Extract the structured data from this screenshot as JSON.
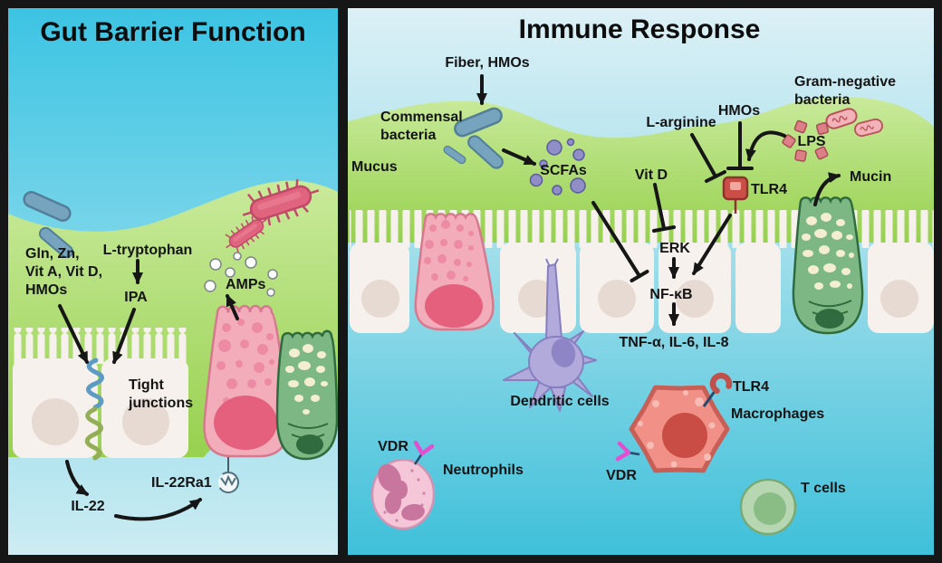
{
  "left": {
    "title": "Gut Barrier Function",
    "nutrients": [
      "Gln, Zn,",
      "Vit A, Vit D,",
      "HMOs"
    ],
    "l_tryptophan": "L-tryptophan",
    "ipa": "IPA",
    "amps": "AMPs",
    "tight_junctions": [
      "Tight",
      "junctions"
    ],
    "il22": "IL-22",
    "il22ra1": "IL-22Ra1"
  },
  "right": {
    "title": "Immune Response",
    "fiber_hmos": "Fiber, HMOs",
    "commensal": [
      "Commensal",
      "bacteria"
    ],
    "mucus": "Mucus",
    "scfas": "SCFAs",
    "vit_d": "Vit D",
    "l_arginine": "L-arginine",
    "hmos": "HMOs",
    "lps": "LPS",
    "tlr4": "TLR4",
    "gram_negative": [
      "Gram-negative",
      "bacteria"
    ],
    "mucin": "Mucin",
    "erk": "ERK",
    "nfkb": "NF-κB",
    "cytokines": "TNF-α, IL-6, IL-8",
    "dendritic": "Dendritic cells",
    "vdr": "VDR",
    "neutrophils": "Neutrophils",
    "macrophages": "Macrophages",
    "t_cells": "T cells"
  },
  "colors": {
    "frame": "#161616",
    "left_bg_top": "#3cc4e3",
    "left_bg_bottom": "#cdecf2",
    "right_bg_top": "#dcf0f6",
    "right_bg_mid": "#9fdeea",
    "right_bg_bottom": "#3fc0da",
    "mucus_top": "#c9ea9b",
    "mucus_bottom": "#97d14f",
    "cell_white": "#f6f1ec",
    "cell_nucleus": "#e7dad2",
    "bacteria_blue": "#76a4be",
    "bacteria_red": "#e0647e",
    "gram_negative_pink": "#f2b3b8",
    "lps_pink": "#dd7f86",
    "scfa_purple": "#908ec6",
    "tlr4_red": "#cb4f46",
    "vdr_pink": "#e24fd0",
    "paneth_pink": "#f3adba",
    "paneth_nucleus": "#e4607c",
    "goblet_green": "#7db884",
    "goblet_blob": "#f3edd2",
    "dendritic_purple": "#b1aadb",
    "macrophage_red": "#f09087",
    "macrophage_nucleus": "#c94d44",
    "neutrophil_pink": "#f4c6d8",
    "neutrophil_nucleus": "#c9769f",
    "tcell_green": "#b7d6b2",
    "tcell_inner": "#8abd85",
    "arrow": "#161616"
  }
}
